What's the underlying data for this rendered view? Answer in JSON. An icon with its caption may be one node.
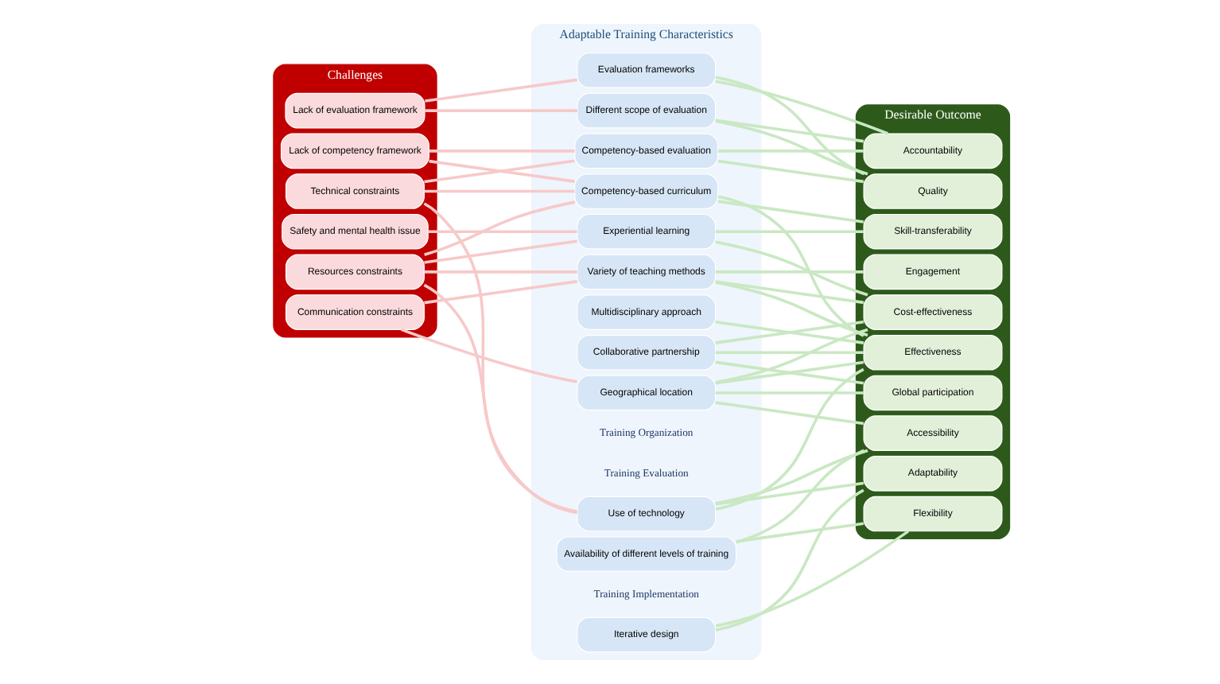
{
  "diagram": {
    "nodes": [
      {
        "text": [
          "Challenges"
        ]
      },
      {
        "text": [
          "Resources constraints"
        ],
        "in": 0
      },
      {
        "text": [
          "Technical constraints"
        ],
        "in": 0
      },
      {
        "text": [
          "Communication constraints"
        ],
        "in": 0
      },
      {
        "text": [
          "Safety and mental health issue"
        ],
        "in": 0
      },
      {
        "text": [
          "Lack of competency framework"
        ],
        "in": 0
      },
      {
        "text": [
          "Lack of evaluation framework"
        ],
        "in": 0
      },
      {
        "text": [
          "Adaptable Training Characteristics"
        ]
      },
      {
        "text": [
          "Training Organization"
        ],
        "in": 7
      },
      {
        "text": [
          "Geographical location"
        ],
        "in": 7
      },
      {
        "text": [
          "Collaborative partnership"
        ],
        "in": 7
      },
      {
        "text": [
          "Iterative design"
        ],
        "in": 7
      },
      {
        "text": [
          "Training Implementation"
        ],
        "in": 7
      },
      {
        "text": [
          "Multidisciplinary approach"
        ],
        "in": 7
      },
      {
        "text": [
          "Availability of different levels of training"
        ],
        "in": 7
      },
      {
        "text": [
          "Competency-based curriculum"
        ],
        "in": 7
      },
      {
        "text": [
          "Variety of teaching methods"
        ],
        "in": 7
      },
      {
        "text": [
          "Experiential learning"
        ],
        "in": 7
      },
      {
        "text": [
          "Use of technology"
        ],
        "in": 7
      },
      {
        "text": [
          "Training Evaluation"
        ],
        "in": 7
      },
      {
        "text": [
          "Evaluation frameworks"
        ],
        "in": 7
      },
      {
        "text": [
          "Different scope of evaluation"
        ],
        "in": 7
      },
      {
        "text": [
          "Competency-based evaluation"
        ],
        "in": 7
      },
      {
        "text": [
          "Desirable Outcome"
        ]
      },
      {
        "text": [
          "Effectiveness"
        ],
        "in": 23
      },
      {
        "text": [
          "Cost-effectiveness"
        ],
        "in": 23
      },
      {
        "text": [
          "Accessibility"
        ],
        "in": 23
      },
      {
        "text": [
          "Global participation"
        ],
        "in": 23
      },
      {
        "text": [
          "Flexibility"
        ],
        "in": 23
      },
      {
        "text": [
          "Engagement"
        ],
        "in": 23
      },
      {
        "text": [
          "Skill-transferability"
        ],
        "in": 23
      },
      {
        "text": [
          "Adaptability"
        ],
        "in": 23
      },
      {
        "text": [
          "Accountability"
        ],
        "in": 23
      },
      {
        "text": [
          "Quality"
        ],
        "in": 23
      }
    ],
    "edges": [
      {
        "from": 1,
        "to": 15,
        "arrow": "none",
        "color": "#f7c9c9"
      },
      {
        "from": 1,
        "to": 16,
        "arrow": "none",
        "color": "#f7c9c9"
      },
      {
        "from": 1,
        "to": 17,
        "arrow": "none",
        "color": "#f7c9c9"
      },
      {
        "from": 1,
        "to": 18,
        "arrow": "none",
        "color": "#f7c9c9"
      },
      {
        "from": 2,
        "to": 15,
        "arrow": "none",
        "color": "#f7c9c9"
      },
      {
        "from": 2,
        "to": 18,
        "arrow": "none",
        "color": "#f7c9c9"
      },
      {
        "from": 2,
        "to": 22,
        "arrow": "none",
        "color": "#f7c9c9"
      },
      {
        "from": 3,
        "to": 9,
        "arrow": "none",
        "color": "#f7c9c9"
      },
      {
        "from": 3,
        "to": 16,
        "arrow": "none",
        "color": "#f7c9c9"
      },
      {
        "from": 4,
        "to": 17,
        "arrow": "none",
        "color": "#f7c9c9"
      },
      {
        "from": 5,
        "to": 15,
        "arrow": "none",
        "color": "#f7c9c9"
      },
      {
        "from": 5,
        "to": 22,
        "arrow": "none",
        "color": "#f7c9c9"
      },
      {
        "from": 6,
        "to": 20,
        "arrow": "none",
        "color": "#f7c9c9"
      },
      {
        "from": 6,
        "to": 21,
        "arrow": "none",
        "color": "#f7c9c9"
      },
      {
        "from": 9,
        "to": 24,
        "arrow": "none"
      },
      {
        "from": 9,
        "to": 25,
        "arrow": "none"
      },
      {
        "from": 9,
        "to": 26,
        "arrow": "none"
      },
      {
        "from": 9,
        "to": 27,
        "arrow": "none"
      },
      {
        "from": 10,
        "to": 24,
        "arrow": "none"
      },
      {
        "from": 10,
        "to": 25,
        "arrow": "none"
      },
      {
        "from": 10,
        "to": 27,
        "arrow": "none"
      },
      {
        "from": 11,
        "to": 28,
        "arrow": "none"
      },
      {
        "from": 11,
        "to": 31,
        "arrow": "none"
      },
      {
        "from": 13,
        "to": 24,
        "arrow": "none"
      },
      {
        "from": 14,
        "to": 26,
        "arrow": "none"
      },
      {
        "from": 14,
        "to": 28,
        "arrow": "none"
      },
      {
        "from": 15,
        "to": 24,
        "arrow": "none"
      },
      {
        "from": 15,
        "to": 30,
        "arrow": "none"
      },
      {
        "from": 16,
        "to": 24,
        "arrow": "none"
      },
      {
        "from": 16,
        "to": 25,
        "arrow": "none"
      },
      {
        "from": 16,
        "to": 29,
        "arrow": "none"
      },
      {
        "from": 17,
        "to": 25,
        "arrow": "none"
      },
      {
        "from": 17,
        "to": 30,
        "arrow": "none"
      },
      {
        "from": 18,
        "to": 24,
        "arrow": "none"
      },
      {
        "from": 18,
        "to": 26,
        "arrow": "none"
      },
      {
        "from": 18,
        "to": 31,
        "arrow": "none"
      },
      {
        "from": 20,
        "to": 32,
        "arrow": "none"
      },
      {
        "from": 20,
        "to": 33,
        "arrow": "none"
      },
      {
        "from": 21,
        "to": 32,
        "arrow": "none"
      },
      {
        "from": 21,
        "to": 33,
        "arrow": "none"
      },
      {
        "from": 22,
        "to": 32,
        "arrow": "none"
      },
      {
        "from": 22,
        "to": 33,
        "arrow": "none"
      }
    ]
  }
}
